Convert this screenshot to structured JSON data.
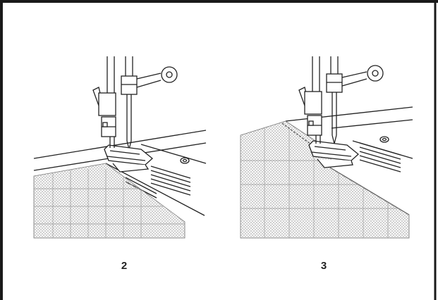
{
  "figures": [
    {
      "id": "left",
      "label": "2"
    },
    {
      "id": "right",
      "label": "3"
    }
  ],
  "colors": {
    "line": "#222222",
    "fabric": "#bdbdbd",
    "border": "#1a1a1a",
    "background": "#ffffff"
  }
}
